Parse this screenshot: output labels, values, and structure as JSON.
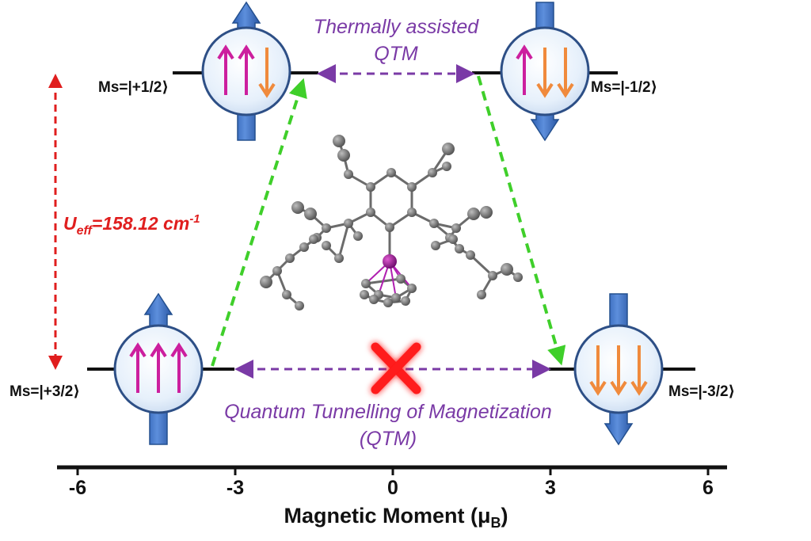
{
  "levels": {
    "plus_half": {
      "label": "Ms=|+1/2⟩",
      "spins": [
        "up",
        "up",
        "down"
      ]
    },
    "minus_half": {
      "label": "Ms=|-1/2⟩",
      "spins": [
        "up",
        "down",
        "down"
      ]
    },
    "plus_three_half": {
      "label": "Ms=|+3/2⟩",
      "spins": [
        "up",
        "up",
        "up"
      ]
    },
    "minus_three_half": {
      "label": "Ms=|-3/2⟩",
      "spins": [
        "down",
        "down",
        "down"
      ]
    }
  },
  "annotations": {
    "thermal_line1": "Thermally assisted",
    "thermal_line2": "QTM",
    "qtm_line1": "Quantum Tunnelling of Magnetization",
    "qtm_line2": "(QTM)",
    "ueff_main": "U",
    "ueff_sub": "eff",
    "ueff_value": "=158.12 cm",
    "ueff_sup": "-1"
  },
  "axis": {
    "ticks": [
      "-6",
      "-3",
      "0",
      "3",
      "6"
    ],
    "title": "Magnetic Moment (μ",
    "title_sub": "B",
    "title_end": ")"
  },
  "colors": {
    "spin_up": "#cc1f9e",
    "spin_down": "#f08a3c",
    "purple": "#7a3aa6",
    "green": "#3fcf2a",
    "red": "#e01e1e",
    "blue_arrow": "#3a6fc4",
    "circle_fill": "#eaf3fc"
  }
}
